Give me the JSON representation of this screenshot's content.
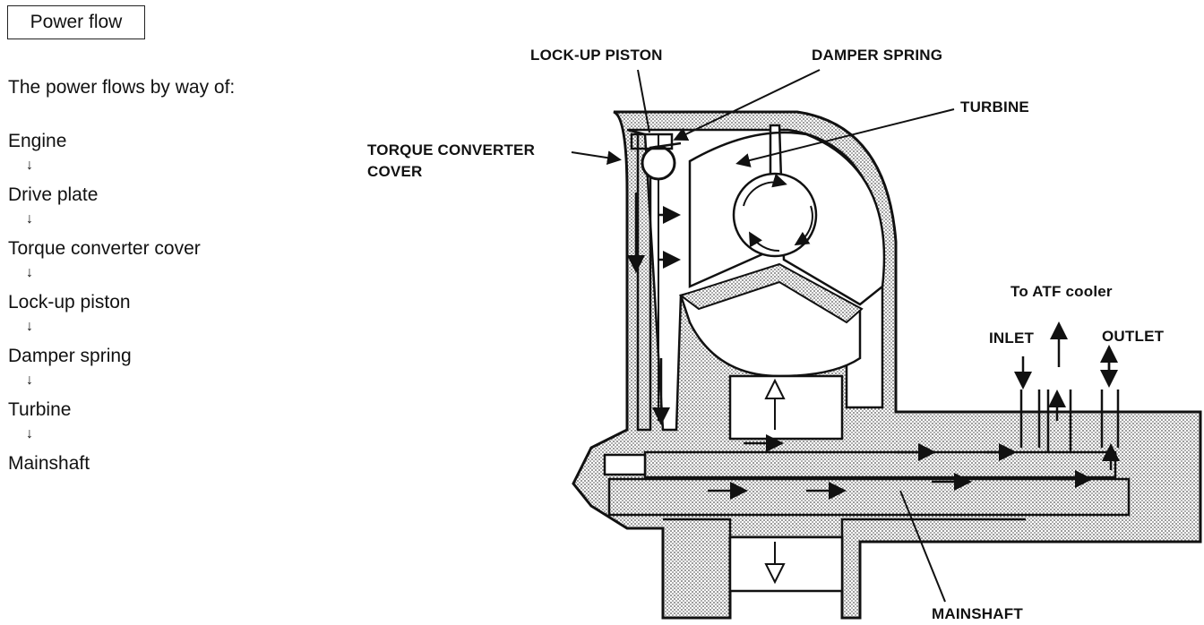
{
  "title": "Power flow",
  "intro": "The power flows by way of:",
  "flow_steps": [
    "Engine",
    "Drive plate",
    "Torque converter cover",
    "Lock-up piston",
    "Damper spring",
    "Turbine",
    "Mainshaft"
  ],
  "arrow_glyph": "↓",
  "labels": {
    "lockup_piston": "LOCK-UP PISTON",
    "damper_spring": "DAMPER SPRING",
    "turbine": "TURBINE",
    "torque_cover_line1": "TORQUE CONVERTER",
    "torque_cover_line2": "COVER",
    "to_atf": "To ATF cooler",
    "inlet": "INLET",
    "outlet": "OUTLET",
    "mainshaft": "MAINSHAFT"
  }
}
